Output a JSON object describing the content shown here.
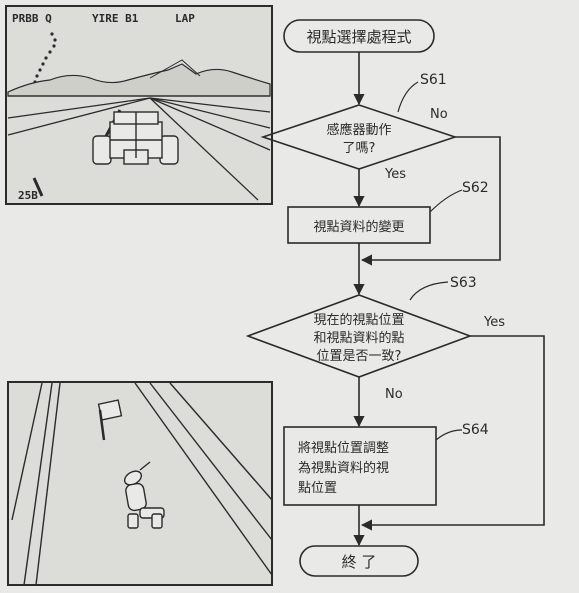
{
  "game_screen_1": {
    "hud": {
      "left": "PRBB Q",
      "middle": "YIRE B1",
      "right": "LAP"
    },
    "speed": "25B"
  },
  "flowchart": {
    "start_label": "視點選擇處程式",
    "steps": {
      "s61": {
        "tag": "S61",
        "question_lines": [
          "感應器動作",
          "了嗎?"
        ],
        "yes": "Yes",
        "no": "No"
      },
      "s62": {
        "tag": "S62",
        "text": "視點資料的變更"
      },
      "s63": {
        "tag": "S63",
        "question_lines": [
          "現在的視點位置",
          "和視點資料的點",
          "位置是否一致?"
        ],
        "yes": "Yes",
        "no": "No"
      },
      "s64": {
        "tag": "S64",
        "text_lines": [
          "將視點位置調整",
          "為視點資料的視",
          "點位置"
        ]
      }
    },
    "end_label": "終 了"
  },
  "colors": {
    "paper": "#e9e9e7",
    "ink": "#2b2b2b",
    "screen_bg": "#dcdcd8"
  }
}
